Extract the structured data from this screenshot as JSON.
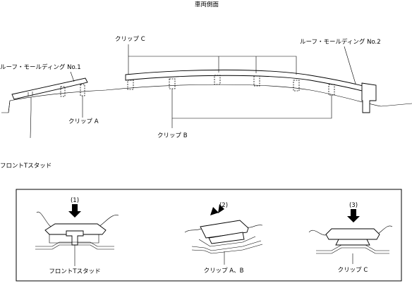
{
  "diagram": {
    "header": "車両側面",
    "labels": {
      "molding_no1": "ルーフ・モールディング No.1",
      "molding_no2": "ルーフ・モールディング No.2",
      "clip_a": "クリップ A",
      "clip_b": "クリップ B",
      "clip_c": "クリップ C",
      "front_t_stud": "フロントTスタッド"
    },
    "detail_panel": {
      "steps": [
        "(1)",
        "(2)",
        "(3)"
      ],
      "captions": [
        "フロントTスタッド",
        "クリップ A、B",
        "クリップ C"
      ]
    }
  }
}
